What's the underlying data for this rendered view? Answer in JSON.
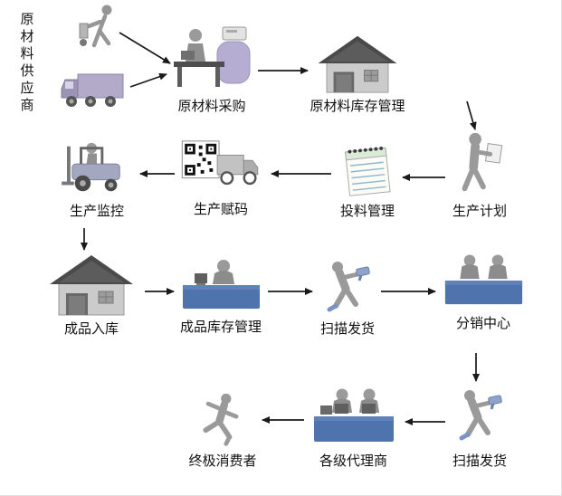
{
  "diagram": {
    "type": "flowchart",
    "description": "supply-chain traceability process flow",
    "nodes": {
      "supplier": {
        "label": "原材料供应商",
        "icon": "person-cart-and-truck"
      },
      "procurement": {
        "label": "原材料采购",
        "icon": "office-desk-person"
      },
      "raw_inventory": {
        "label": "原材料库存管理",
        "icon": "warehouse-house"
      },
      "production_plan": {
        "label": "生产计划",
        "icon": "worker-with-sheet"
      },
      "feeding": {
        "label": "投料管理",
        "icon": "spiral-notepad"
      },
      "coding": {
        "label": "生产赋码",
        "icon": "qr-code-truck"
      },
      "monitoring": {
        "label": "生产监控",
        "icon": "forklift"
      },
      "finished_storage": {
        "label": "成品入库",
        "icon": "warehouse-house"
      },
      "finished_inventory": {
        "label": "成品库存管理",
        "icon": "counter-person"
      },
      "scan_ship_1": {
        "label": "扫描发货",
        "icon": "scanner-person"
      },
      "distribution": {
        "label": "分销中心",
        "icon": "counter-two-people"
      },
      "scan_ship_2": {
        "label": "扫描发货",
        "icon": "scanner-person"
      },
      "agents": {
        "label": "各级代理商",
        "icon": "counter-two-people-monitors"
      },
      "consumer": {
        "label": "终极消费者",
        "icon": "running-person"
      }
    },
    "edges": [
      {
        "from": "supplier",
        "to": "procurement"
      },
      {
        "from": "procurement",
        "to": "raw_inventory"
      },
      {
        "from": "raw_inventory",
        "to": "production_plan"
      },
      {
        "from": "production_plan",
        "to": "feeding"
      },
      {
        "from": "feeding",
        "to": "coding"
      },
      {
        "from": "coding",
        "to": "monitoring"
      },
      {
        "from": "monitoring",
        "to": "finished_storage"
      },
      {
        "from": "finished_storage",
        "to": "finished_inventory"
      },
      {
        "from": "finished_inventory",
        "to": "scan_ship_1"
      },
      {
        "from": "scan_ship_1",
        "to": "distribution"
      },
      {
        "from": "distribution",
        "to": "scan_ship_2"
      },
      {
        "from": "scan_ship_2",
        "to": "agents"
      },
      {
        "from": "agents",
        "to": "consumer"
      }
    ],
    "colors": {
      "counter_blue": "#4f74ad",
      "figure_gray": "#9a9a9a",
      "roof_dark": "#4a4a4a",
      "truck_purple": "#b3aac9",
      "arrow": "#1a1a1a",
      "background": "#ffffff"
    }
  }
}
